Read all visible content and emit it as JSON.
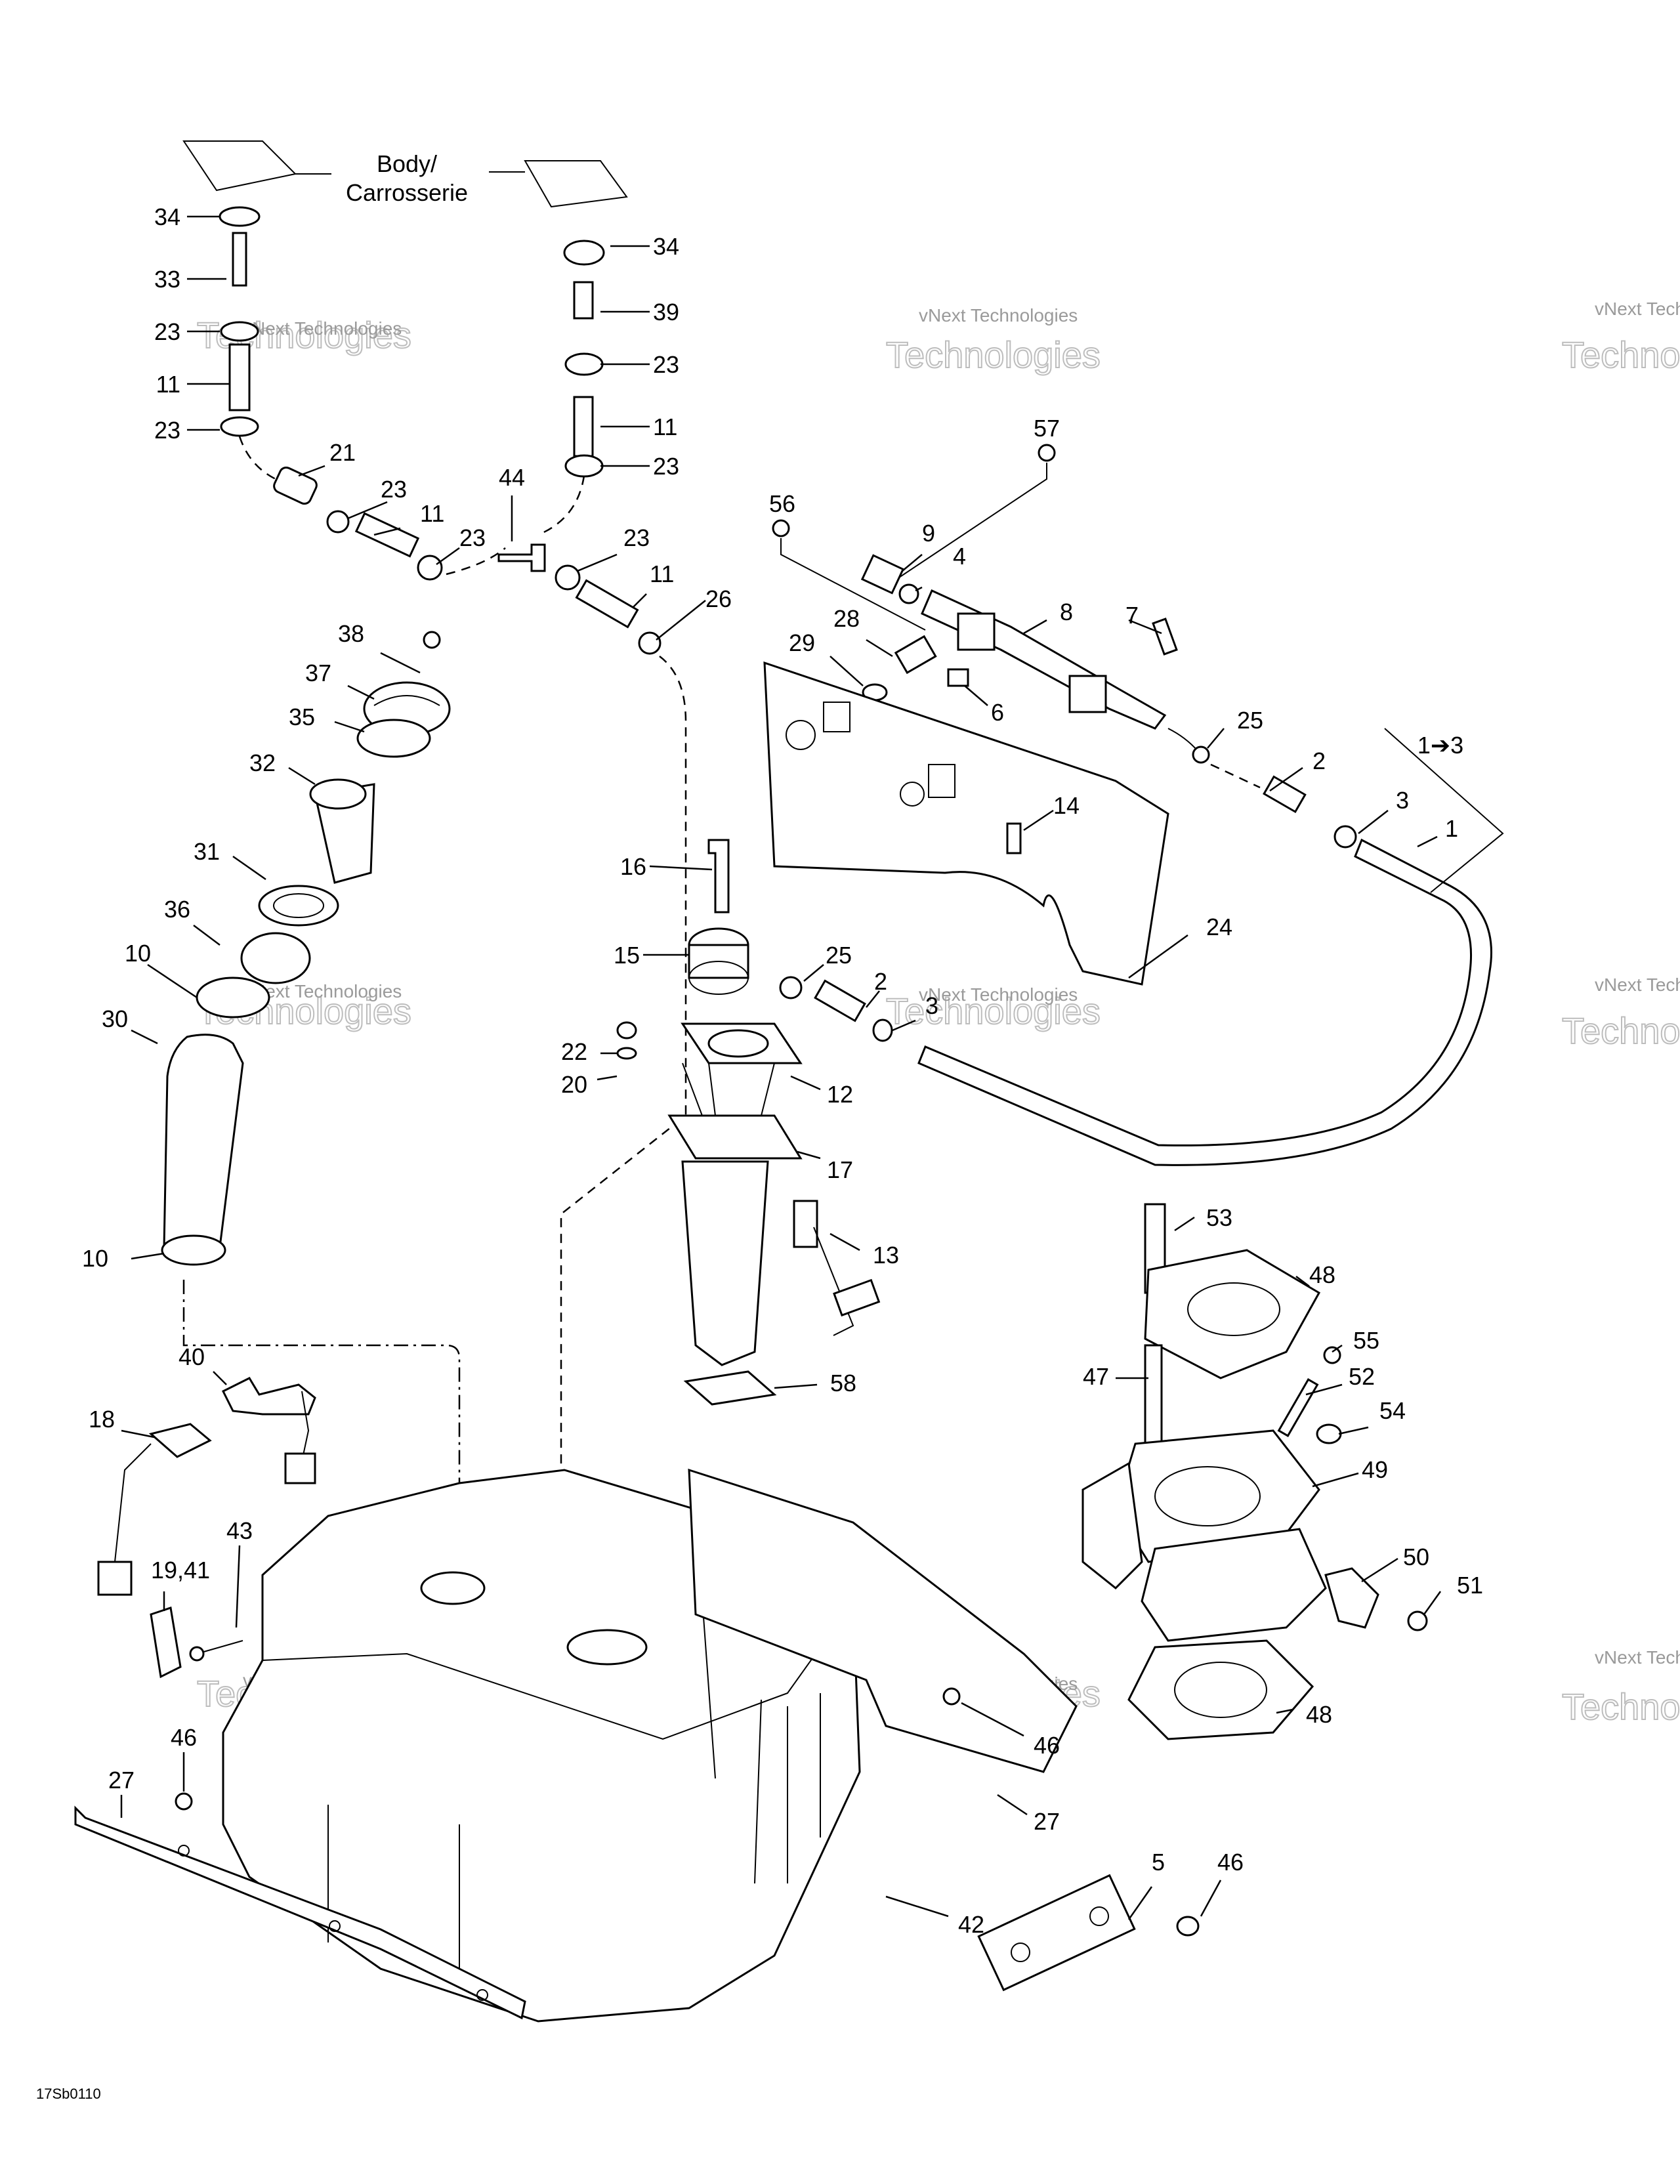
{
  "header": {
    "body_label_line1": "Body/",
    "body_label_line2": "Carrosserie"
  },
  "diagram_code": "17Sb0110",
  "watermark": {
    "line1": "vNext Technologies",
    "line2": "Technologies"
  },
  "callouts": [
    {
      "label": "34"
    },
    {
      "label": "33"
    },
    {
      "label": "23"
    },
    {
      "label": "11"
    },
    {
      "label": "23"
    },
    {
      "label": "21"
    },
    {
      "label": "23"
    },
    {
      "label": "11"
    },
    {
      "label": "23"
    },
    {
      "label": "34"
    },
    {
      "label": "39"
    },
    {
      "label": "23"
    },
    {
      "label": "11"
    },
    {
      "label": "23"
    },
    {
      "label": "44"
    },
    {
      "label": "23"
    },
    {
      "label": "11"
    },
    {
      "label": "26"
    },
    {
      "label": "38"
    },
    {
      "label": "37"
    },
    {
      "label": "35"
    },
    {
      "label": "32"
    },
    {
      "label": "31"
    },
    {
      "label": "36"
    },
    {
      "label": "10"
    },
    {
      "label": "30"
    },
    {
      "label": "10"
    },
    {
      "label": "57"
    },
    {
      "label": "56"
    },
    {
      "label": "9"
    },
    {
      "label": "4"
    },
    {
      "label": "8"
    },
    {
      "label": "7"
    },
    {
      "label": "28"
    },
    {
      "label": "29"
    },
    {
      "label": "6"
    },
    {
      "label": "25"
    },
    {
      "label": "1➔3"
    },
    {
      "label": "2"
    },
    {
      "label": "3"
    },
    {
      "label": "1"
    },
    {
      "label": "14"
    },
    {
      "label": "24"
    },
    {
      "label": "16"
    },
    {
      "label": "15"
    },
    {
      "label": "25"
    },
    {
      "label": "2"
    },
    {
      "label": "3"
    },
    {
      "label": "22"
    },
    {
      "label": "20"
    },
    {
      "label": "12"
    },
    {
      "label": "17"
    },
    {
      "label": "13"
    },
    {
      "label": "58"
    },
    {
      "label": "40"
    },
    {
      "label": "18"
    },
    {
      "label": "19,41"
    },
    {
      "label": "43"
    },
    {
      "label": "46"
    },
    {
      "label": "27"
    },
    {
      "label": "53"
    },
    {
      "label": "48"
    },
    {
      "label": "55"
    },
    {
      "label": "47"
    },
    {
      "label": "52"
    },
    {
      "label": "54"
    },
    {
      "label": "49"
    },
    {
      "label": "50"
    },
    {
      "label": "51"
    },
    {
      "label": "48"
    },
    {
      "label": "46"
    },
    {
      "label": "27"
    },
    {
      "label": "42"
    },
    {
      "label": "5"
    },
    {
      "label": "46"
    }
  ]
}
